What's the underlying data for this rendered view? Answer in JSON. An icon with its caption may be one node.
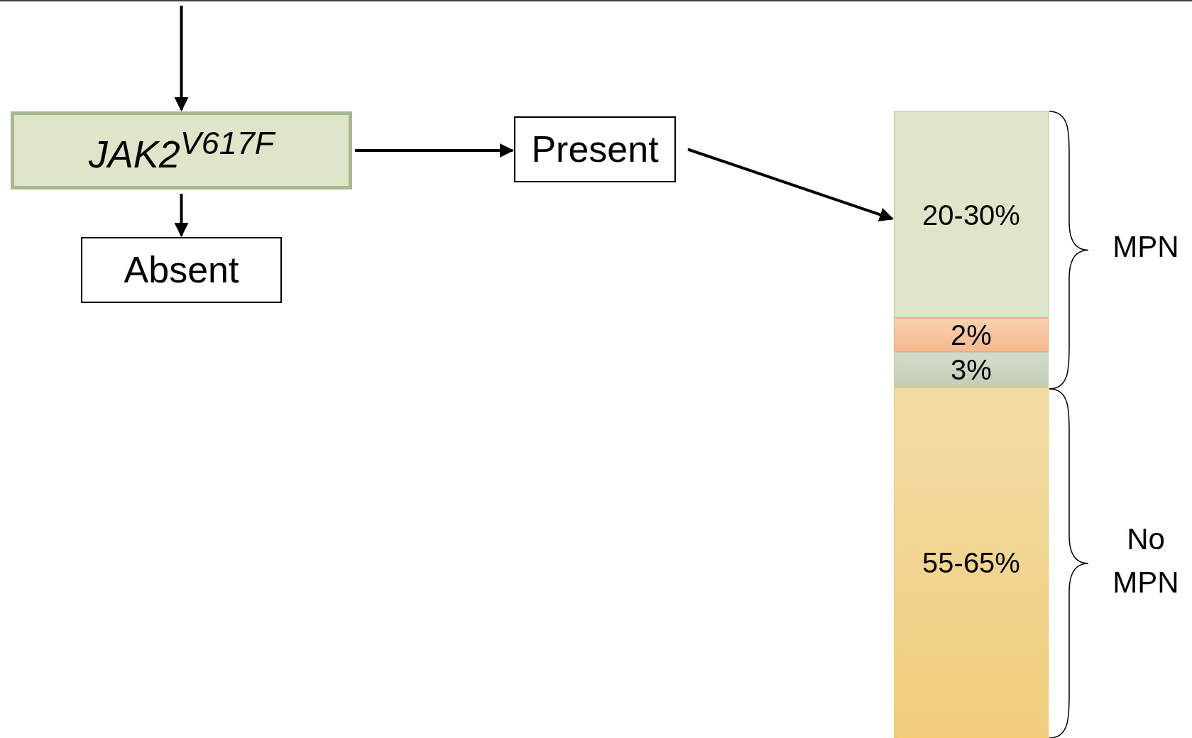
{
  "diagram": {
    "nodes": [
      {
        "text": [
          "*JAK2$^{V617F}$*"
        ]
      },
      {
        "text": [
          "Present"
        ]
      },
      {
        "text": [
          "Absent"
        ]
      },
      {
        "text": [
          "20-30%"
        ]
      },
      {
        "text": [
          "2%"
        ]
      },
      {
        "text": [
          "3%"
        ]
      },
      {
        "text": [
          "55-65%"
        ]
      }
    ],
    "edges": [
      {
        "from": null,
        "to": 0,
        "arrow": "to"
      },
      {
        "from": 0,
        "to": 2,
        "arrow": "to"
      },
      {
        "from": 0,
        "to": 1,
        "arrow": "to"
      },
      {
        "from": 1,
        "to": 3,
        "arrow": "to"
      }
    ],
    "labels": [
      "MPN",
      "No MPN"
    ]
  }
}
